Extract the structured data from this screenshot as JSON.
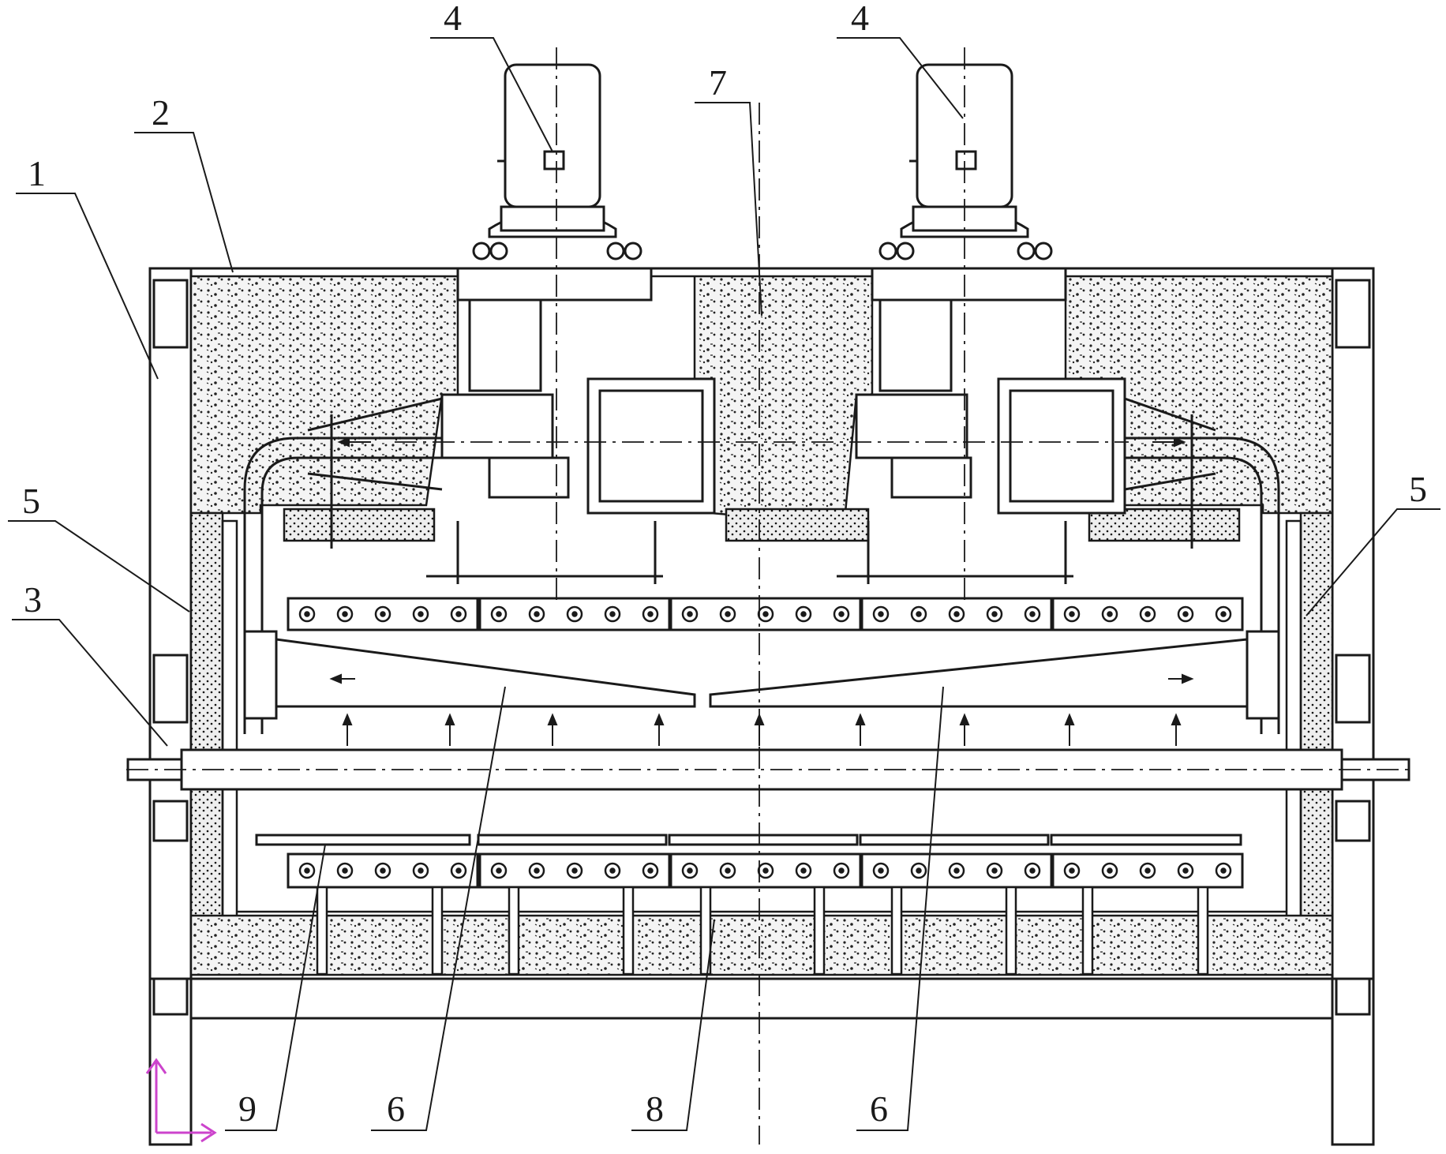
{
  "diagram": {
    "callouts": [
      {
        "id": "c1",
        "label": "1"
      },
      {
        "id": "c2",
        "label": "2"
      },
      {
        "id": "c3",
        "label": "3"
      },
      {
        "id": "c4a",
        "label": "4"
      },
      {
        "id": "c4b",
        "label": "4"
      },
      {
        "id": "c5a",
        "label": "5"
      },
      {
        "id": "c5b",
        "label": "5"
      },
      {
        "id": "c6a",
        "label": "6"
      },
      {
        "id": "c6b",
        "label": "6"
      },
      {
        "id": "c7",
        "label": "7"
      },
      {
        "id": "c8",
        "label": "8"
      },
      {
        "id": "c9",
        "label": "9"
      }
    ]
  },
  "colors": {
    "line": "#1a1a1a",
    "insulation_fill": "#f4f4f4",
    "axis_mark": "#cc44cc"
  }
}
